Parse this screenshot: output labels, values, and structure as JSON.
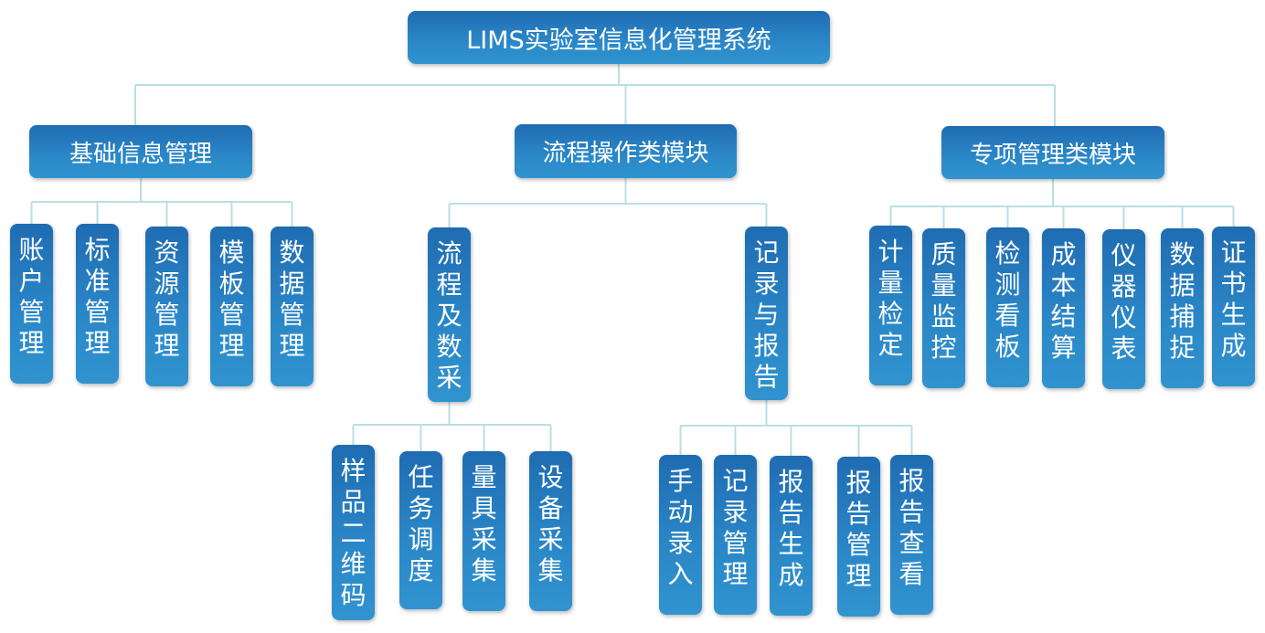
{
  "title": "LIMS实验室信息化管理系统",
  "colors": {
    "node_top": "#1f6cb2",
    "node_bottom": "#3093cf",
    "connector": "#b9dfe2",
    "text": "#ffffff"
  },
  "tree": {
    "id": "root",
    "label": "LIMS实验室信息化管理系统",
    "children": [
      {
        "id": "basic",
        "label": "基础信息管理",
        "children": [
          {
            "id": "b1",
            "label": "账户管理"
          },
          {
            "id": "b2",
            "label": "标准管理"
          },
          {
            "id": "b3",
            "label": "资源管理"
          },
          {
            "id": "b4",
            "label": "模板管理"
          },
          {
            "id": "b5",
            "label": "数据管理"
          }
        ]
      },
      {
        "id": "process",
        "label": "流程操作类模块",
        "children": [
          {
            "id": "p1",
            "label": "流程及数采",
            "children": [
              {
                "id": "p1a",
                "label": "样品二维码"
              },
              {
                "id": "p1b",
                "label": "任务调度"
              },
              {
                "id": "p1c",
                "label": "量具采集"
              },
              {
                "id": "p1d",
                "label": "设备采集"
              }
            ]
          },
          {
            "id": "p2",
            "label": "记录与报告",
            "children": [
              {
                "id": "p2a",
                "label": "手动录入"
              },
              {
                "id": "p2b",
                "label": "记录管理"
              },
              {
                "id": "p2c",
                "label": "报告生成"
              },
              {
                "id": "p2d",
                "label": "报告管理"
              },
              {
                "id": "p2e",
                "label": "报告查看"
              }
            ]
          }
        ]
      },
      {
        "id": "special",
        "label": "专项管理类模块",
        "children": [
          {
            "id": "s1",
            "label": "计量检定"
          },
          {
            "id": "s2",
            "label": "质量监控"
          },
          {
            "id": "s3",
            "label": "检测看板"
          },
          {
            "id": "s4",
            "label": "成本结算"
          },
          {
            "id": "s5",
            "label": "仪器仪表"
          },
          {
            "id": "s6",
            "label": "数据捕捉"
          },
          {
            "id": "s7",
            "label": "证书生成"
          }
        ]
      }
    ]
  }
}
